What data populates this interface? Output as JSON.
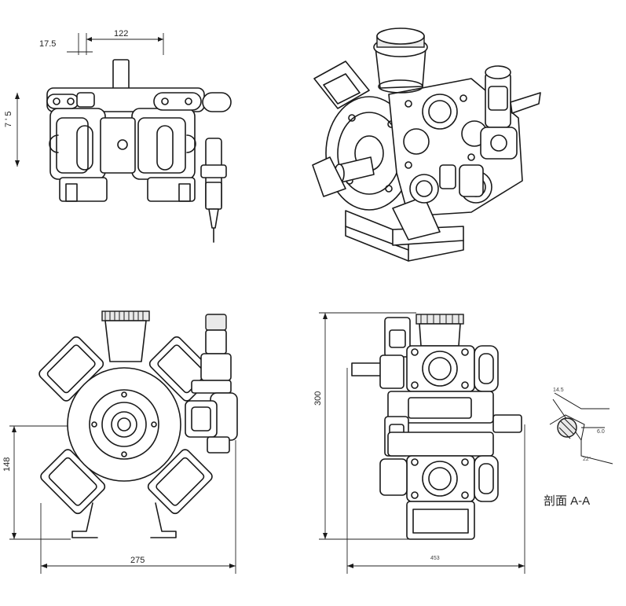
{
  "dimensions": {
    "top_offset": "17.5",
    "top_width": "122",
    "side_height": "7 ' 5",
    "front_center_height": "148",
    "front_width": "275",
    "side_total_height": "300",
    "side_width": "453"
  },
  "section": {
    "label": "剖面 A-A",
    "detail_1": "14.5",
    "detail_2": "6.0",
    "detail_3": "22°"
  }
}
